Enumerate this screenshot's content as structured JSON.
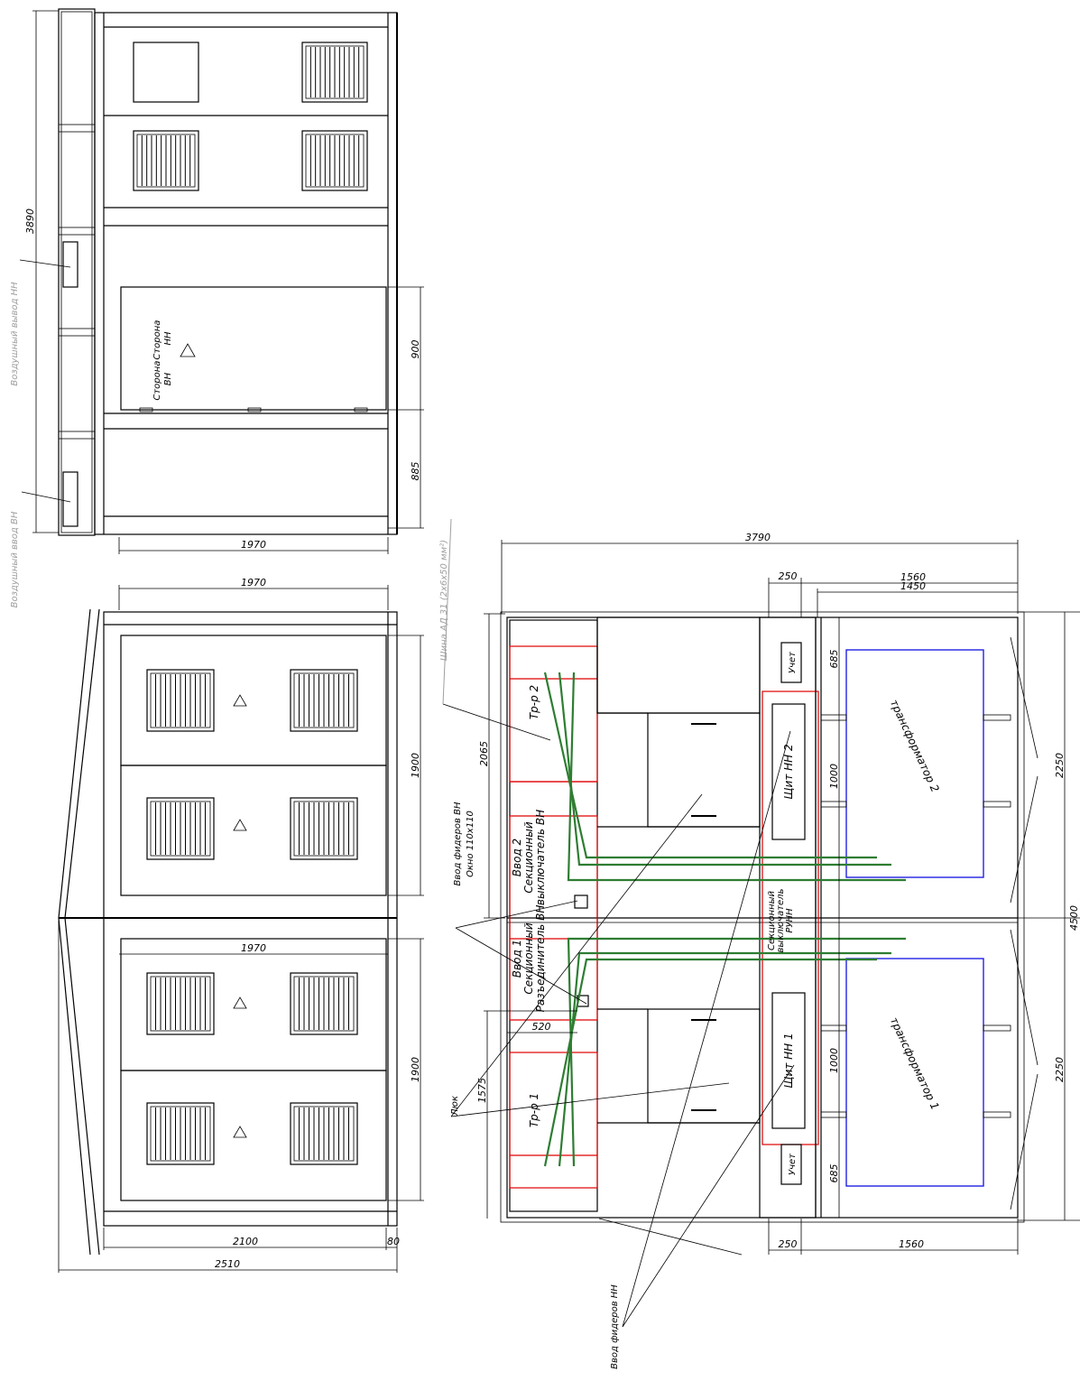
{
  "top_view": {
    "dim_height": "3890",
    "dim_door": "900",
    "dim_bottom": "885",
    "dim_width": "1970",
    "lead_nn": "Воздушный вывод НН",
    "lead_vn": "Воздушный ввод ВН",
    "door_label_nn": "Сторона\nНН",
    "door_label_vn": "Сторона\nВН"
  },
  "side_view": {
    "dim_top": "1970",
    "dim_mid": "1970",
    "dim_section_1": "1900",
    "dim_section_2": "1900",
    "dim_bottom": "2100",
    "dim_offset": "80",
    "dim_total": "2510"
  },
  "plan_view": {
    "dim_total_width": "3790",
    "dim_250_top": "250",
    "dim_1560_top": "1560",
    "dim_1450": "1450",
    "dim_250_bottom": "250",
    "dim_1560_bottom": "1560",
    "dim_2065": "2065",
    "dim_1575": "1575",
    "dim_520": "520",
    "dim_685_top": "685",
    "dim_1000_top": "1000",
    "dim_1000_bottom": "1000",
    "dim_685_bottom": "685",
    "dim_2250_top": "2250",
    "dim_2250_bottom": "2250",
    "dim_4500": "4500",
    "busbar_note": "Шина АД 31 (2х6х50 мм²)",
    "hv_feeder_entry": "Ввод фидеров ВН",
    "window": "Окно 110х110",
    "hatch": "Люк",
    "lv_feeder_entry": "Ввод фидеров НН",
    "tr2": "Тр-р 2",
    "tr1": "Тр-р 1",
    "input2": "Ввод 2",
    "input1": "Ввод 1",
    "sect_switch_vn": "Секционный\nвыключатель ВН",
    "sect_disconnector_vn": "Секционный\nРазъединитель ВН",
    "meter_top": "Учет",
    "meter_bottom": "Учет",
    "panel_nn2": "Щит НН 2",
    "panel_nn1": "Щит НН 1",
    "sect_switch_runn": "Секционный\nвыключатель\nРУНН",
    "transformer2": "трансформатор 2",
    "transformer1": "трансформатор 1"
  }
}
